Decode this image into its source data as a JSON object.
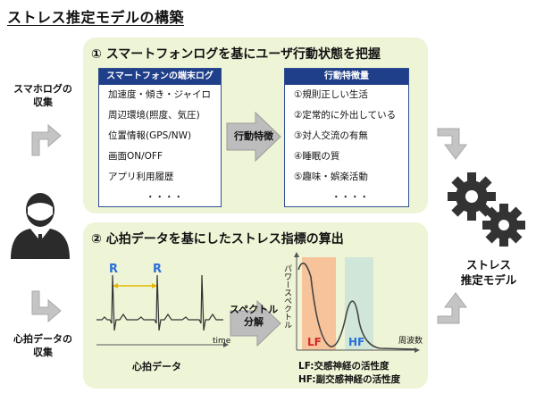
{
  "title": "ストレス推定モデルの構築",
  "left": {
    "smartphone_log_label": "スマホログの\n収集",
    "heartbeat_label": "心拍データの\n収集"
  },
  "panel1": {
    "title": "①  スマートフォンログを基にユーザ行動状態を把握",
    "log_box": {
      "header": "スマートフォンの端末ログ",
      "items": [
        "加速度・傾き・ジャイロ",
        "周辺環境(照度、気圧)",
        "位置情報(GPS/NW)",
        "画面ON/OFF",
        "アプリ利用履歴",
        "・・・・"
      ]
    },
    "arrow_label": "行動特徴",
    "feature_box": {
      "header": "行動特徴量",
      "items": [
        "①規則正しい生活",
        "②定常的に外出している",
        "③対人交流の有無",
        "④睡眠の質",
        "⑤趣味・娯楽活動",
        "・・・・"
      ]
    }
  },
  "panel2": {
    "title": "②  心拍データを基にしたストレス指標の算出",
    "ecg": {
      "r1": "R",
      "r2": "R",
      "time_label": "time",
      "caption": "心拍データ"
    },
    "arrow_label": "スペクトル\n分解",
    "spectrum": {
      "y_label": "パワースペクトル",
      "x_label": "周波数",
      "lf": "LF",
      "hf": "HF",
      "lf_color": "#f7c39a",
      "hf_color": "#cfe6d8"
    },
    "legend_lf": "LF:交感神経の活性度",
    "legend_hf": "HF:副交感神経の活性度"
  },
  "right": {
    "model_label": "ストレス\n推定モデル"
  },
  "colors": {
    "panel_bg": "#eef4d6",
    "header_blue": "#1f3f8a",
    "arrow_gray": "#b3b3b3",
    "gear": "#333333"
  }
}
